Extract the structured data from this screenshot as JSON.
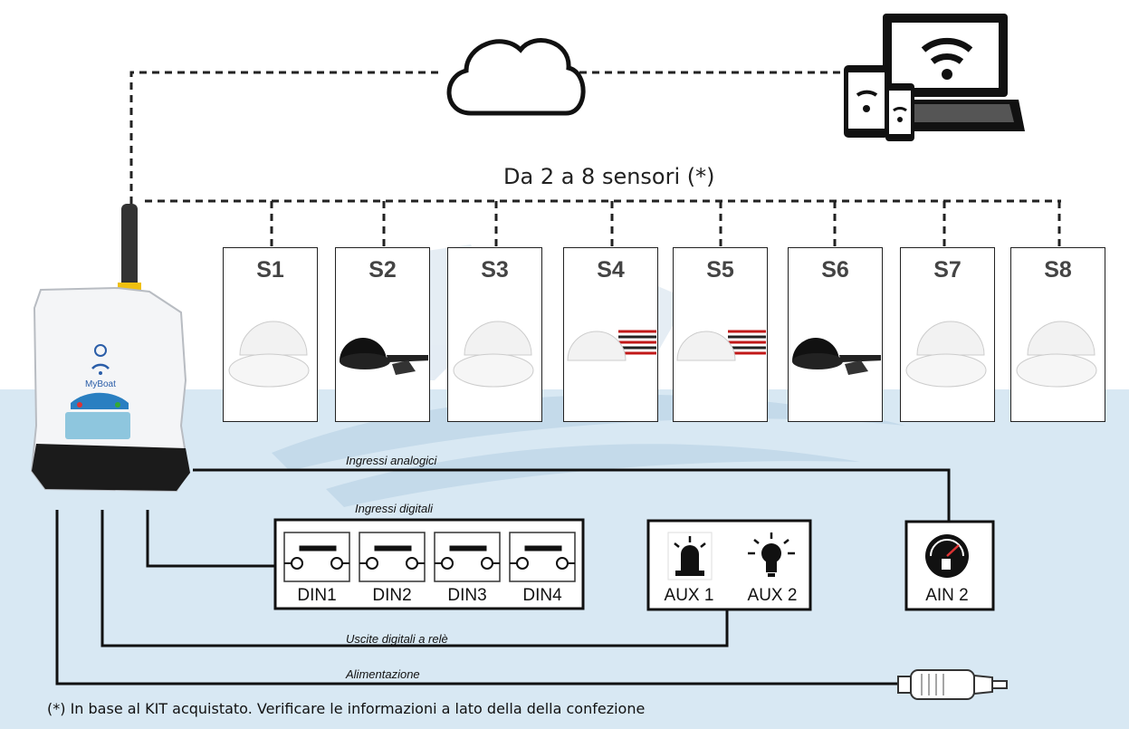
{
  "title": "Da 2 a 8 sensori (*)",
  "sensors": [
    {
      "label": "S1",
      "style": "white"
    },
    {
      "label": "S2",
      "style": "black"
    },
    {
      "label": "S3",
      "style": "white"
    },
    {
      "label": "S4",
      "style": "white-cable"
    },
    {
      "label": "S5",
      "style": "white-cable"
    },
    {
      "label": "S6",
      "style": "black"
    },
    {
      "label": "S7",
      "style": "white"
    },
    {
      "label": "S8",
      "style": "white"
    }
  ],
  "device": {
    "brand": "MyBoat"
  },
  "connections": {
    "analog_inputs": "Ingressi analogici",
    "digital_inputs": "Ingressi digitali",
    "relay_outputs": "Uscite digitali a relè",
    "power": "Alimentazione"
  },
  "digital_inputs": [
    "DIN1",
    "DIN2",
    "DIN3",
    "DIN4"
  ],
  "aux_outputs": [
    {
      "label": "AUX 1",
      "icon": "siren-icon"
    },
    {
      "label": "AUX 2",
      "icon": "light-bulb-icon"
    }
  ],
  "analog_input": {
    "label": "AIN 2",
    "icon": "fuel-gauge-icon"
  },
  "footnote": "(*) In base al KIT acquistato. Verificare le informazioni a lato della della confezione",
  "colors": {
    "band": "#d8e8f3",
    "antenna": "#333333",
    "collar": "#f0c010",
    "line": "#222222"
  }
}
